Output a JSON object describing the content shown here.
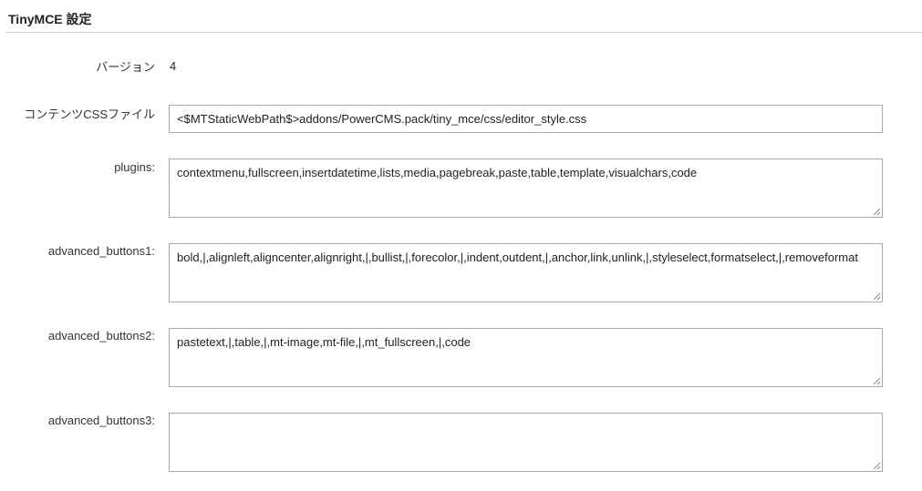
{
  "header": {
    "title": "TinyMCE 設定"
  },
  "fields": {
    "version": {
      "label": "バージョン",
      "value": "4"
    },
    "content_css": {
      "label": "コンテンツCSSファイル",
      "value": "<$MTStaticWebPath$>addons/PowerCMS.pack/tiny_mce/css/editor_style.css"
    },
    "plugins": {
      "label": "plugins:",
      "value": "contextmenu,fullscreen,insertdatetime,lists,media,pagebreak,paste,table,template,visualchars,code"
    },
    "advanced_buttons1": {
      "label": "advanced_buttons1:",
      "value": "bold,|,alignleft,aligncenter,alignright,|,bullist,|,forecolor,|,indent,outdent,|,anchor,link,unlink,|,styleselect,formatselect,|,removeformat"
    },
    "advanced_buttons2": {
      "label": "advanced_buttons2:",
      "value": "pastetext,|,table,|,mt-image,mt-file,|,mt_fullscreen,|,code"
    },
    "advanced_buttons3": {
      "label": "advanced_buttons3:",
      "value": ""
    }
  }
}
